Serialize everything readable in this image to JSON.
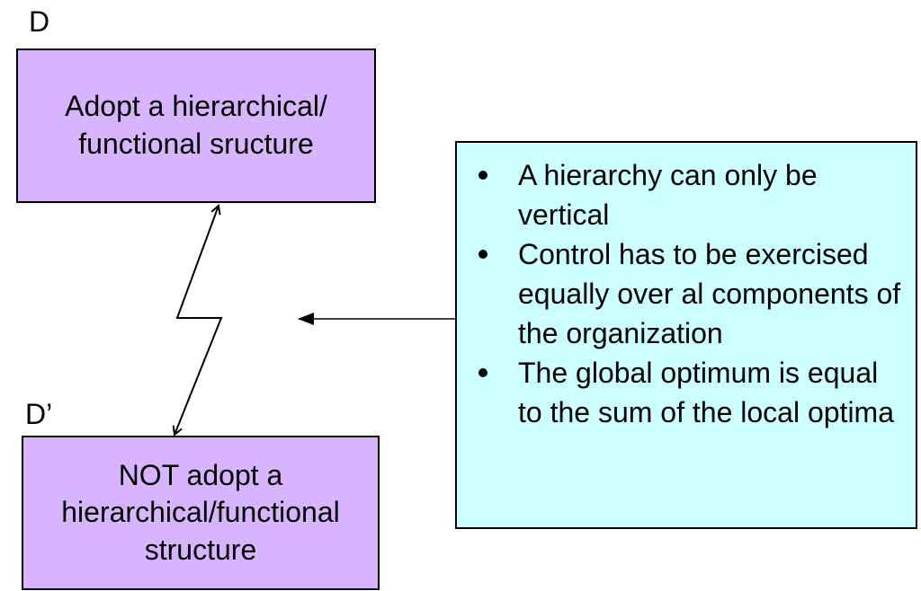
{
  "labels": {
    "top": "D",
    "bottom": "D’"
  },
  "boxes": {
    "top": "Adopt a hierarchical/ functional sructure",
    "bottom": "NOT adopt a hierarchical/functional structure"
  },
  "assumptions": {
    "items": [
      "A hierarchy can only be vertical",
      "Control has to be exercised equally over al components of the organization",
      "The global optimum is equal to the sum of the local optima"
    ]
  },
  "colors": {
    "box_fill": "#d8b4fe",
    "assumptions_fill": "#ccffff",
    "stroke": "#000000"
  }
}
